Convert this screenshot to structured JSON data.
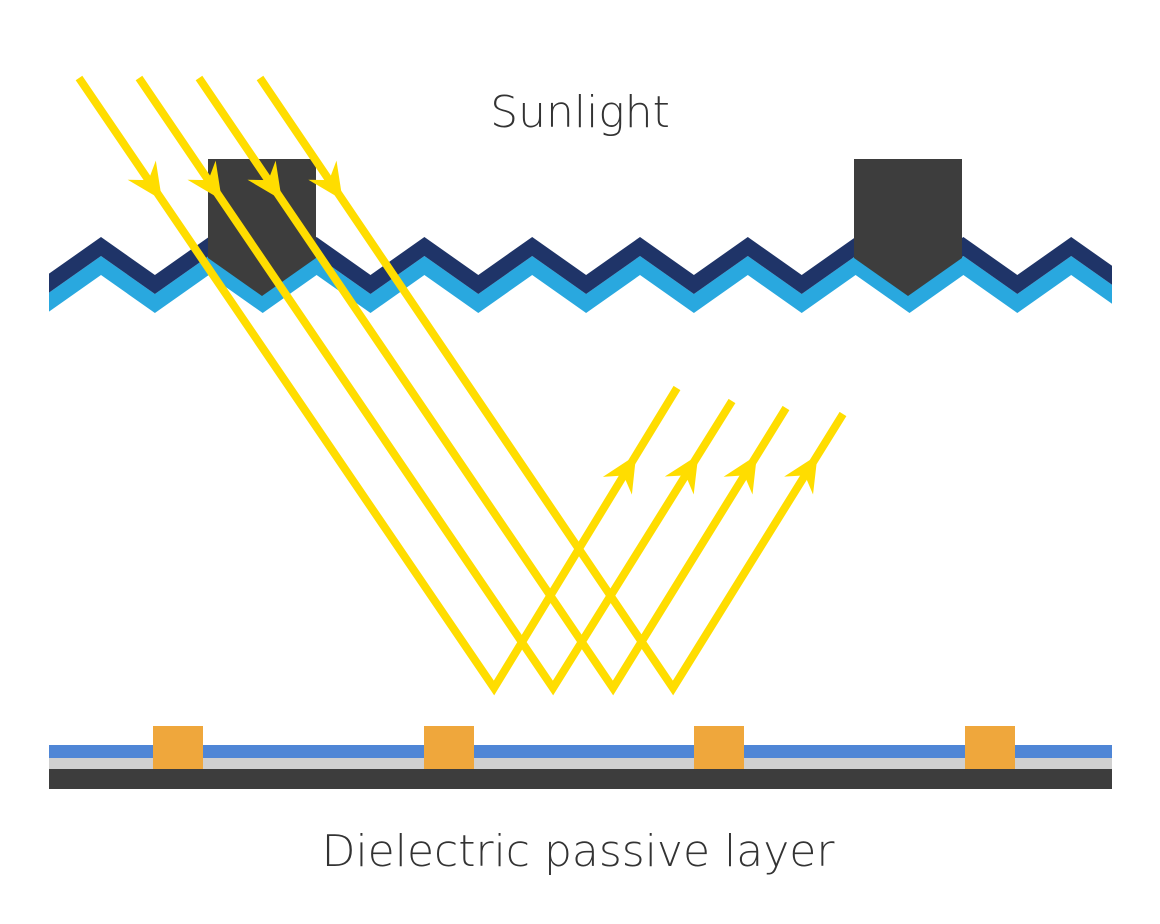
{
  "diagram": {
    "title": "Sunlight",
    "bottom_label": "Dielectric passive layer",
    "colors": {
      "background": "#ffffff",
      "ray": "#FFDD00",
      "surface_top_layer": "#1F3468",
      "surface_bottom_layer": "#29A8DF",
      "front_contact": "#3D3D3D",
      "rear_top_layer": "#4F86D6",
      "rear_middle_layer": "#D0D0D0",
      "rear_base_layer": "#3D3D3D",
      "rear_contact": "#EFA73C",
      "text": "#333333"
    },
    "elements": {
      "incident_rays": 4,
      "reflected_rays": 4,
      "front_contacts": 2,
      "rear_contacts": 4,
      "textured_surface_layers": [
        "dark blue layer",
        "light blue layer"
      ],
      "rear_stack_layers": [
        "blue layer",
        "gray layer",
        "dark base layer"
      ]
    }
  }
}
